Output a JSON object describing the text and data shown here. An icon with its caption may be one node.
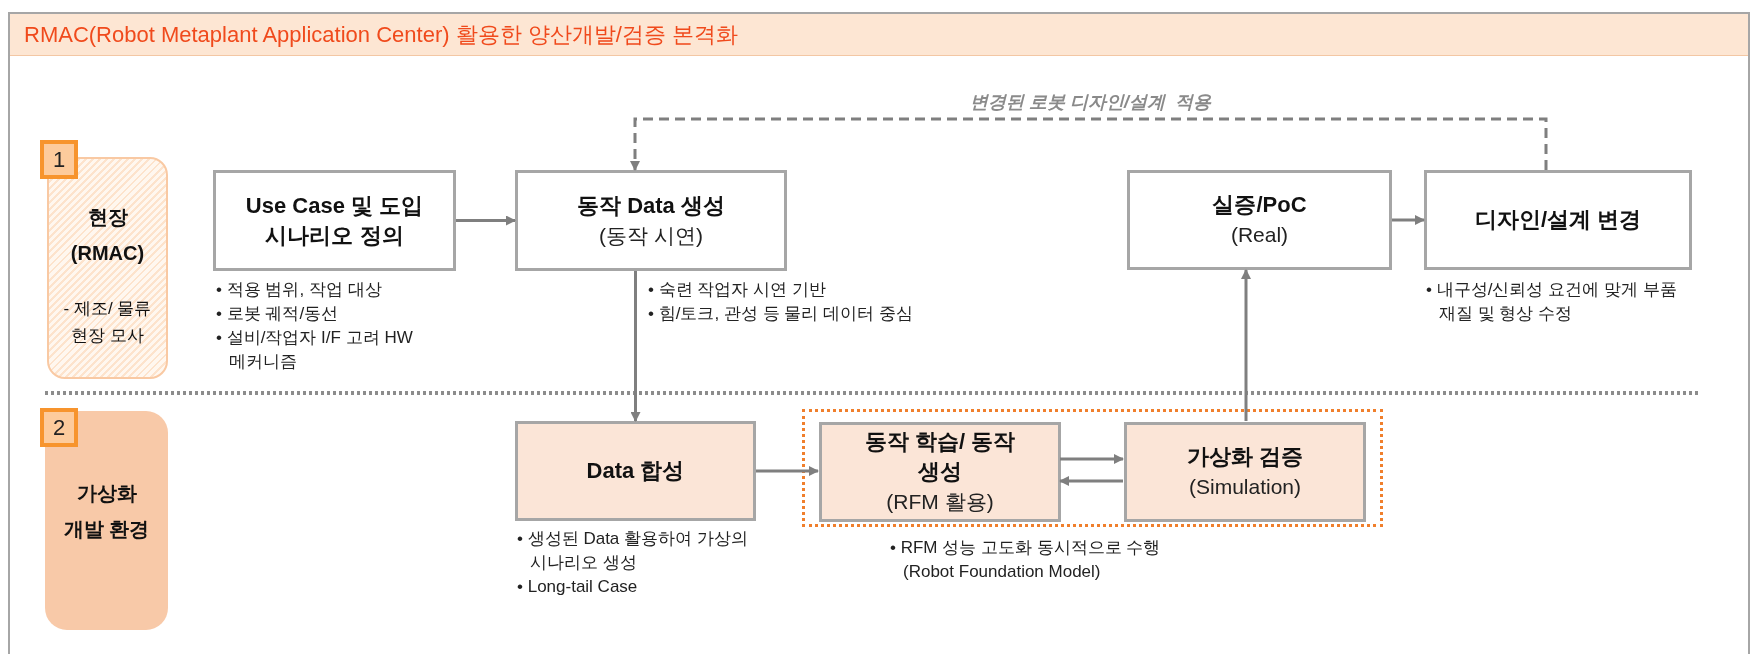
{
  "diagram": {
    "title": "RMAC(Robot Metaplant Application Center) 활용한 양산개발/검증 본격화",
    "nodes": [
      {
        "text": [
          "1"
        ]
      },
      {
        "text": [
          "현장 (RMAC)",
          "- 제조/ 물류 현장 모사"
        ]
      },
      {
        "text": [
          "Use Case 및 도입 시나리오 정의"
        ],
        "beside": [
          "• 적용 범위, 작업 대상",
          "• 로봇 궤적/동선",
          "• 설비/작업자 I/F 고려 HW 메커니즘"
        ]
      },
      {
        "text": [
          "동작 Data 생성",
          "(동작 시연)"
        ],
        "beside": [
          "• 숙련 작업자 시연 기반",
          "• 힘/토크, 관성 등 물리 데이터 중심"
        ]
      },
      {
        "text": [
          "실증/PoC",
          "(Real)"
        ]
      },
      {
        "text": [
          "디자인/설계 변경"
        ],
        "beside": [
          "• 내구성/신뢰성 요건에 맞게 부품 재질 및 형상 수정"
        ]
      },
      {
        "text": [
          "2"
        ]
      },
      {
        "text": [
          "가상화 개발 환경"
        ]
      },
      {
        "text": [
          "Data 합성"
        ],
        "beside": [
          "• 생성된 Data 활용하여 가상의 시나리오 생성",
          "• Long-tail Case"
        ]
      },
      {
        "text": [],
        "shape": "box",
        "beside": [
          "• RFM 성능 고도화 동시적으로 수행 (Robot Foundation Model)"
        ]
      },
      {
        "text": [
          "동작 학습/ 동작 생성",
          "(RFM 활용)"
        ],
        "in": 9
      },
      {
        "text": [
          "가상화 검증",
          "(Simulation)"
        ],
        "in": 9
      }
    ],
    "edges": [
      {
        "from": 2,
        "to": 3,
        "arrow": "to"
      },
      {
        "from": 3,
        "to": 8,
        "arrow": "to"
      },
      {
        "from": 8,
        "to": 10,
        "arrow": "to"
      },
      {
        "from": 10,
        "to": 11,
        "arrow": "to"
      },
      {
        "from": 11,
        "to": 10,
        "arrow": "to"
      },
      {
        "from": 11,
        "to": 4,
        "arrow": "to"
      },
      {
        "from": 4,
        "to": 5,
        "arrow": "to"
      },
      {
        "from": 5,
        "to": 3,
        "arrow": "to",
        "style": "dashed",
        "label": "변경된 로봇 디자인/설계  적용"
      }
    ]
  }
}
